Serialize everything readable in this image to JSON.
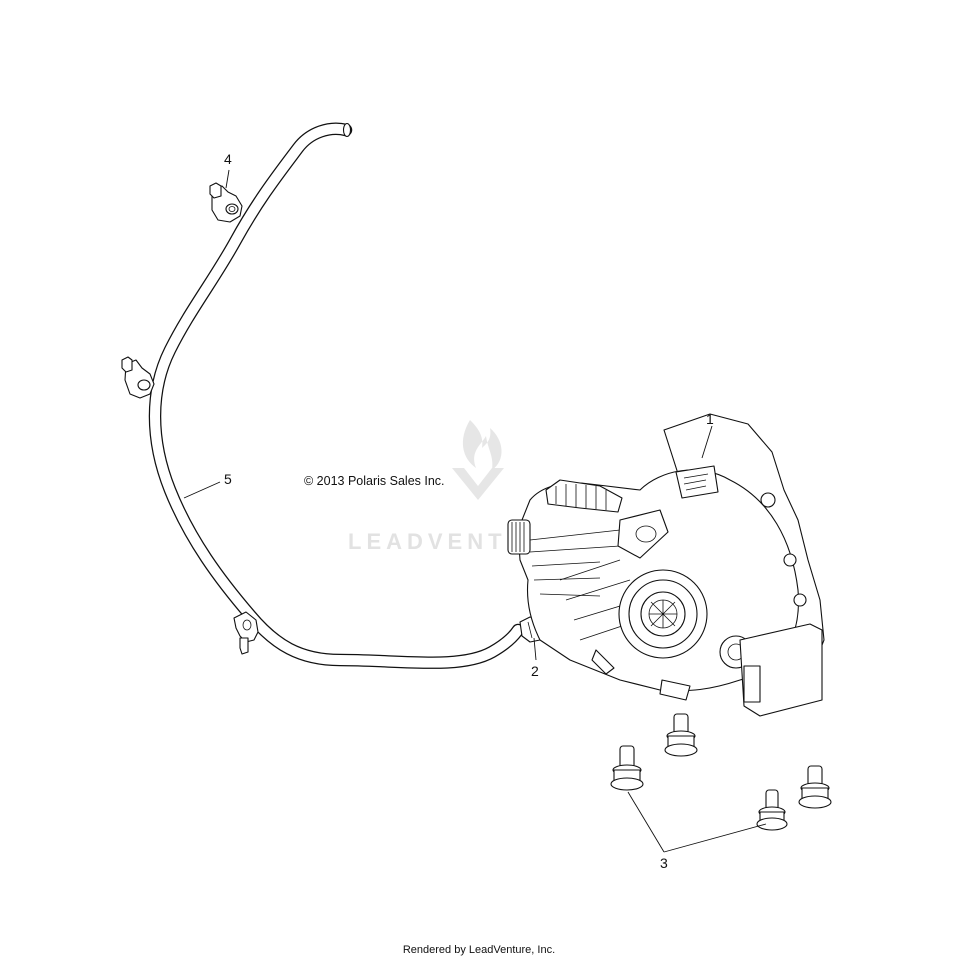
{
  "diagram": {
    "callouts": [
      {
        "id": "1",
        "label": "1"
      },
      {
        "id": "2",
        "label": "2"
      },
      {
        "id": "3",
        "label": "3"
      },
      {
        "id": "4",
        "label": "4"
      },
      {
        "id": "5",
        "label": "5"
      }
    ],
    "copyright": "© 2013 Polaris Sales Inc.",
    "watermark": "LEADVENTURE",
    "footer": "Rendered by LeadVenture, Inc."
  }
}
